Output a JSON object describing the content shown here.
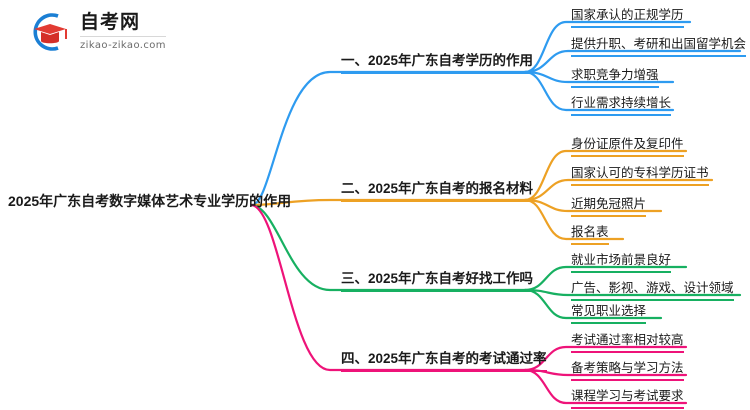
{
  "logo": {
    "title": "自考网",
    "subtitle": "zikao-zikao.com",
    "mark_name": "graduation-cap-logo-icon"
  },
  "colors": {
    "branch1": "#2e9bf0",
    "branch2": "#eda124",
    "branch3": "#17b061",
    "branch4": "#ee1379",
    "text": "#1a1a1a",
    "background": "#ffffff"
  },
  "mindmap": {
    "root": "2025年广东自考数字媒体艺术专业学历的作用",
    "branches": [
      {
        "label": "一、2025年广东自考学历的作用",
        "color": "#2e9bf0",
        "children": [
          "国家承认的正规学历",
          "提供升职、考研和出国留学机会",
          "求职竞争力增强",
          "行业需求持续增长"
        ]
      },
      {
        "label": "二、2025年广东自考的报名材料",
        "color": "#eda124",
        "children": [
          "身份证原件及复印件",
          "国家认可的专科学历证书",
          "近期免冠照片",
          "报名表"
        ]
      },
      {
        "label": "三、2025年广东自考好找工作吗",
        "color": "#17b061",
        "children": [
          "就业市场前景良好",
          "广告、影视、游戏、设计领域",
          "常见职业选择"
        ]
      },
      {
        "label": "四、2025年广东自考的考试通过率",
        "color": "#ee1379",
        "children": [
          "考试通过率相对较高",
          "备考策略与学习方法",
          "课程学习与考试要求"
        ]
      }
    ]
  }
}
